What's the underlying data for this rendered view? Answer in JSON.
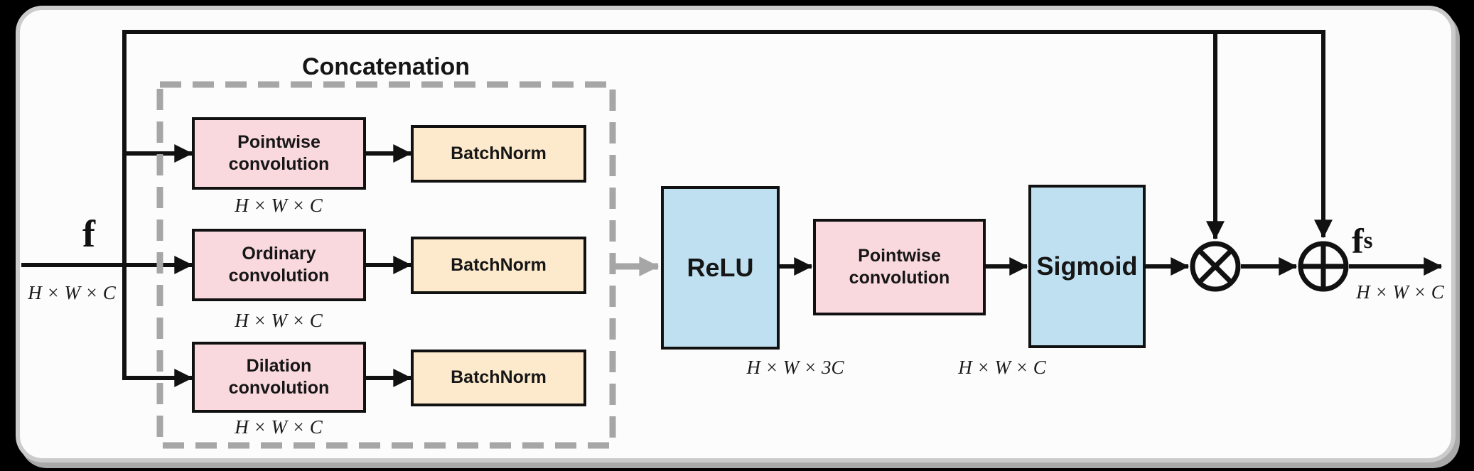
{
  "colors": {
    "page_bg": "#000000",
    "card_bg": "#fcfcfc",
    "card_border": "#cbcbcb",
    "pink_box": "#f9d9de",
    "orange_box": "#fdeacd",
    "blue_box": "#bfe0f1",
    "line_black": "#111111",
    "dashed_gray": "#a6a6a6"
  },
  "diagram": {
    "concatenation_label": "Concatenation",
    "input": {
      "label": "f",
      "dims": "H × W × C"
    },
    "branches": [
      {
        "conv_line1": "Pointwise",
        "conv_line2": "convolution",
        "bn_label": "BatchNorm",
        "dims": "H × W × C"
      },
      {
        "conv_line1": "Ordinary",
        "conv_line2": "convolution",
        "bn_label": "BatchNorm",
        "dims": "H × W × C"
      },
      {
        "conv_line1": "Dilation",
        "conv_line2": "convolution",
        "bn_label": "BatchNorm",
        "dims": "H × W × C"
      }
    ],
    "middle": {
      "relu_label": "ReLU",
      "relu_dims": "H × W × 3C",
      "conv_line1": "Pointwise",
      "conv_line2": "convolution",
      "conv_dims": "H × W × C",
      "sigmoid_label": "Sigmoid"
    },
    "operators": {
      "multiply_icon": "circle-times",
      "add_icon": "circle-plus"
    },
    "output": {
      "label": "f",
      "subscript": "s",
      "dims": "H × W × C"
    }
  }
}
